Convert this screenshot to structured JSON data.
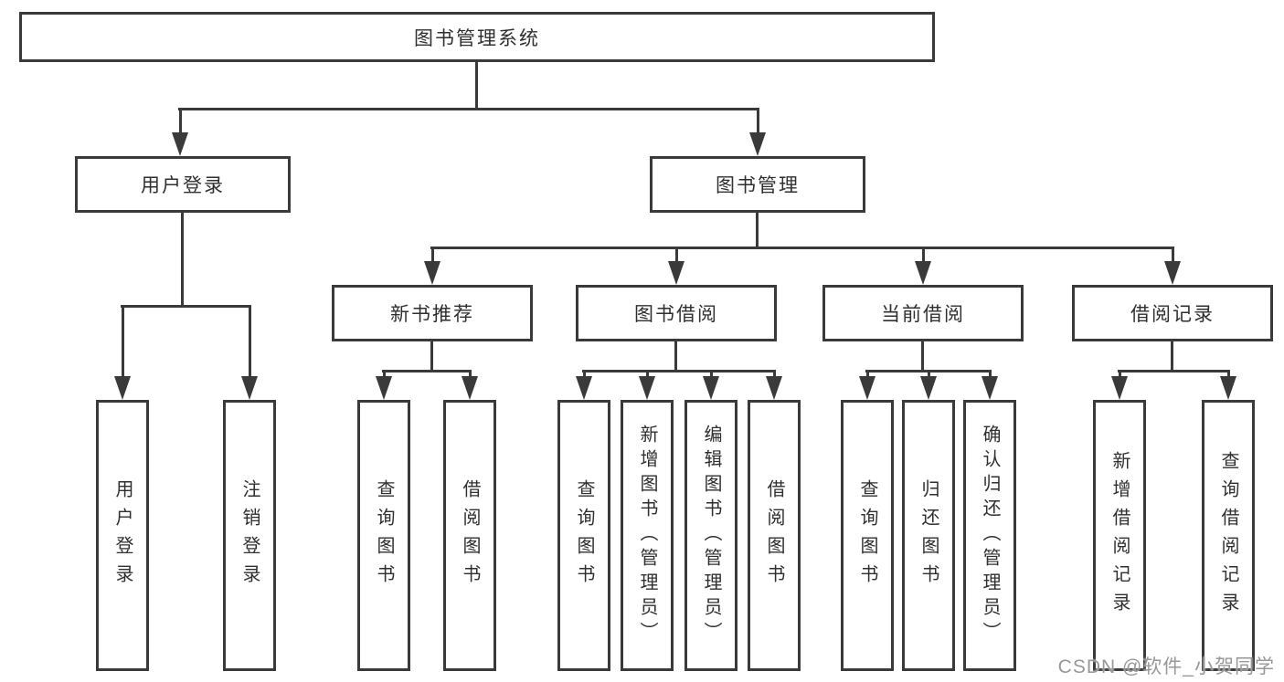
{
  "diagram": {
    "root": "图书管理系统",
    "level2": {
      "user_login": "用户登录",
      "book_management": "图书管理"
    },
    "level3": {
      "new_book_recommend": "新书推荐",
      "book_borrow": "图书借阅",
      "current_borrow": "当前借阅",
      "borrow_records": "借阅记录"
    },
    "leaves": {
      "user_login": [
        "用户登录",
        "注销登录"
      ],
      "new_book_recommend": [
        "查询图书",
        "借阅图书"
      ],
      "book_borrow": [
        "查询图书",
        "新增图书（管理员）",
        "编辑图书（管理员）",
        "借阅图书"
      ],
      "current_borrow": [
        "查询图书",
        "归还图书",
        "确认归还（管理员）"
      ],
      "borrow_records": [
        "新增借阅记录",
        "查询借阅记录"
      ]
    },
    "colors": {
      "line": "#3a3a3a",
      "text": "#2f2f2f",
      "watermark": "#989898",
      "background": "#ffffff"
    }
  },
  "watermark": "CSDN @软件_小贺同学"
}
